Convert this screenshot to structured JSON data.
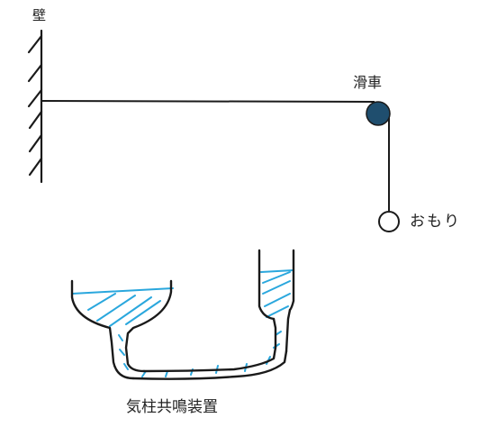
{
  "labels": {
    "wall": "壁",
    "pulley": "滑車",
    "weight": "おもり",
    "apparatus": "気柱共鳴装置"
  },
  "colors": {
    "ink": "#1a1a1a",
    "pulley_fill": "#1f4e6e",
    "water": "#2aa7dd"
  }
}
